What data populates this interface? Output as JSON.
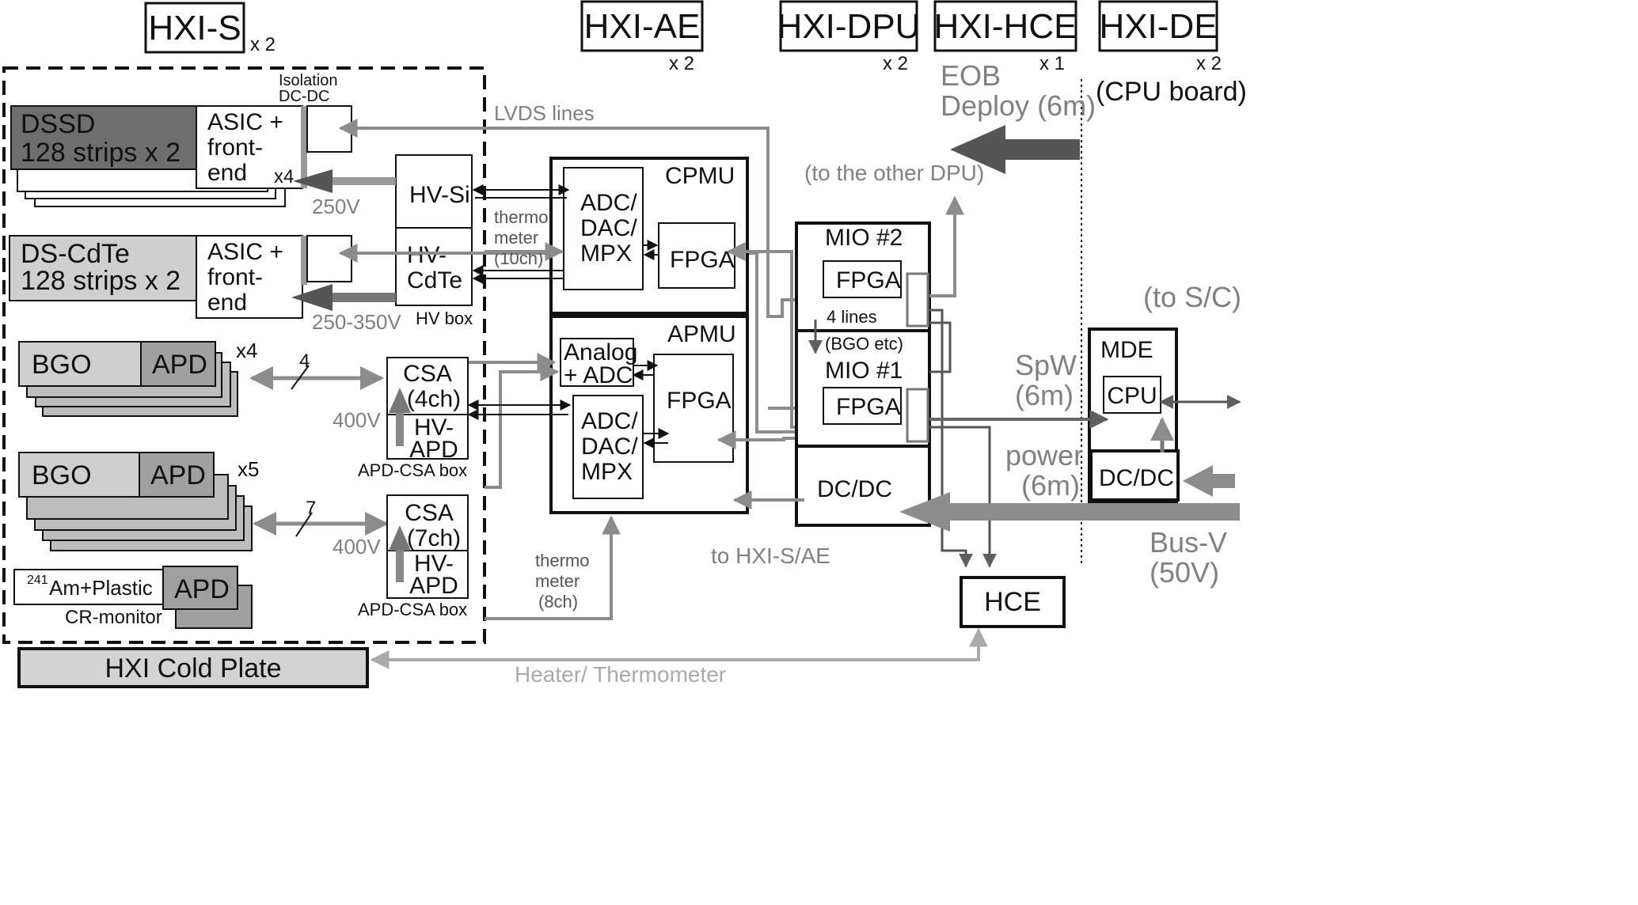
{
  "headers": {
    "hxi_s": "HXI-S",
    "hxi_s_mult": "x 2",
    "hxi_ae": "HXI-AE",
    "hxi_ae_mult": "x 2",
    "hxi_dpu": "HXI-DPU",
    "hxi_dpu_mult": "x 2",
    "hxi_hce": "HXI-HCE",
    "hxi_hce_mult": "x 1",
    "hxi_de": "HXI-DE",
    "hxi_de_mult": "x 2",
    "cpu_board": "(CPU board)"
  },
  "sensor": {
    "isolation_line1": "Isolation",
    "isolation_line2": "DC-DC",
    "dssd_line1": "DSSD",
    "dssd_line2": "128 strips x 2",
    "asic1_line1": "ASIC +",
    "asic1_line2": "front-",
    "asic1_line3": "end",
    "asic1_mult": "x4",
    "v250": "250V",
    "dscdte_line1": "DS-CdTe",
    "dscdte_line2": "128 strips x 2",
    "asic2_line1": "ASIC +",
    "asic2_line2": "front-",
    "asic2_line3": "end",
    "v250_350": "250-350V",
    "hv_si": "HV-Si",
    "hv_cdte_line1": "HV-",
    "hv_cdte_line2": "CdTe",
    "hv_box": "HV box",
    "bgo1": "BGO",
    "apd1": "APD",
    "bgo1_mult": "x4",
    "ch4": "4",
    "bgo2": "BGO",
    "apd2": "APD",
    "bgo2_mult": "x5",
    "ch7": "7",
    "csa1_line1": "CSA",
    "csa1_line2": "(4ch)",
    "hvapd1_line1": "HV-",
    "hvapd1_line2": "APD",
    "v400_a": "400V",
    "apd_csa_box1": "APD-CSA box",
    "csa2_line1": "CSA",
    "csa2_line2": "(7ch)",
    "hvapd2_line1": "HV-",
    "hvapd2_line2": "APD",
    "v400_b": "400V",
    "apd_csa_box2": "APD-CSA box",
    "am_sup": "241",
    "am_label": "Am+Plastic",
    "apd3": "APD",
    "cr_monitor": "CR-monitor"
  },
  "ae": {
    "lvds_lines": "LVDS lines",
    "thermo1_line1": "thermo",
    "thermo1_line2": "meter",
    "thermo1_line3": "(10ch)",
    "cpmu": "CPMU",
    "cpmu_adc_line1": "ADC/",
    "cpmu_adc_line2": "DAC/",
    "cpmu_adc_line3": "MPX",
    "cpmu_fpga": "FPGA",
    "apmu": "APMU",
    "analog_line1": "Analog",
    "analog_line2": "+ ADC",
    "apmu_adc_line1": "ADC/",
    "apmu_adc_line2": "DAC/",
    "apmu_adc_line3": "MPX",
    "apmu_fpga": "FPGA",
    "thermo2_line1": "thermo",
    "thermo2_line2": "meter",
    "thermo2_line3": "(8ch)"
  },
  "dpu": {
    "to_other_dpu": "(to the other DPU)",
    "mio2": "MIO #2",
    "mio2_fpga": "FPGA",
    "four_lines": "4 lines",
    "bgo_etc": "(BGO etc)",
    "mio1": "MIO #1",
    "mio1_fpga": "FPGA",
    "dcdc": "DC/DC",
    "to_hxi_s_ae": "to HXI-S/AE"
  },
  "hce": {
    "eob_line1": "EOB",
    "eob_line2": "Deploy (6m)",
    "hce_box": "HCE"
  },
  "de": {
    "to_sc": "(to S/C)",
    "spw_line1": "SpW",
    "spw_line2": "(6m)",
    "power_line1": "power",
    "power_line2": "(6m)",
    "mde": "MDE",
    "cpu": "CPU",
    "dcdc": "DC/DC",
    "busv_line1": "Bus-V",
    "busv_line2": "(50V)"
  },
  "bottom": {
    "cold_plate": "HXI Cold Plate",
    "heater": "Heater/ Thermometer"
  }
}
